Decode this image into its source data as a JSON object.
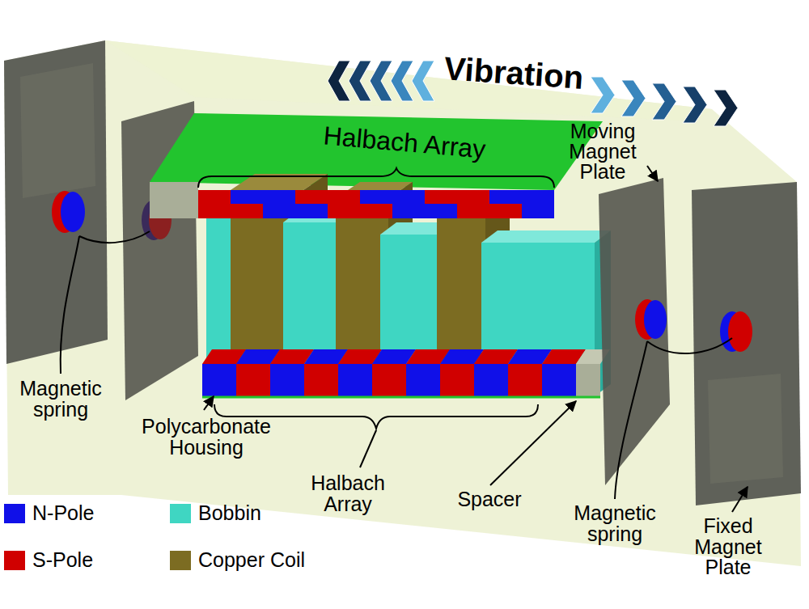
{
  "diagram": {
    "labels": [
      "Vibration",
      "Halbach Array",
      "Moving Magnet Plate",
      "Magnetic spring",
      "Polycarbonate Housing",
      "Halbach Array",
      "Spacer",
      "Magnetic spring",
      "Fixed Magnet Plate"
    ],
    "legend": [
      {
        "text": "N-Pole",
        "color": "#1010e8"
      },
      {
        "text": "Bobbin",
        "color": "#3fd6c2"
      },
      {
        "text": "S-Pole",
        "color": "#d00000"
      },
      {
        "text": "Copper Coil",
        "color": "#7c6c22"
      }
    ]
  }
}
